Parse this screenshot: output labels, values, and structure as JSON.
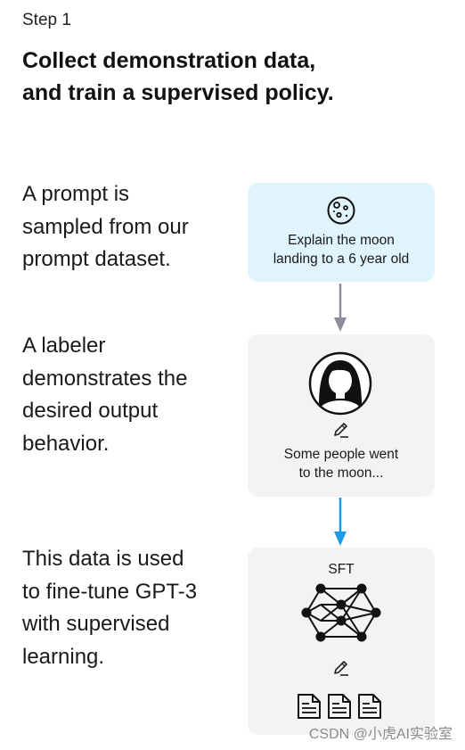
{
  "header": {
    "step_label": "Step 1",
    "title_line1": "Collect demonstration data,",
    "title_line2": "and train a supervised policy."
  },
  "steps": [
    {
      "description_lines": [
        "A prompt is",
        "sampled from our",
        "prompt dataset."
      ],
      "card_text_lines": [
        "Explain the moon",
        "landing to a 6 year old"
      ],
      "icon": "moon-icon",
      "card_color": "#dff4fd"
    },
    {
      "description_lines": [
        "A labeler",
        "demonstrates the",
        "desired output",
        "behavior."
      ],
      "card_text_lines": [
        "Some people went",
        "to the moon..."
      ],
      "icon": "labeler-avatar-icon",
      "card_color": "#f3f3f3"
    },
    {
      "description_lines": [
        "This data is used",
        "to fine-tune GPT-3",
        "with supervised",
        "learning."
      ],
      "card_label": "SFT",
      "icon": "neural-network-icon",
      "card_color": "#f3f3f3"
    }
  ],
  "arrows": {
    "gray": "#8e8a9e",
    "blue": "#1e9be8"
  },
  "watermark": "CSDN @小虎AI实验室"
}
